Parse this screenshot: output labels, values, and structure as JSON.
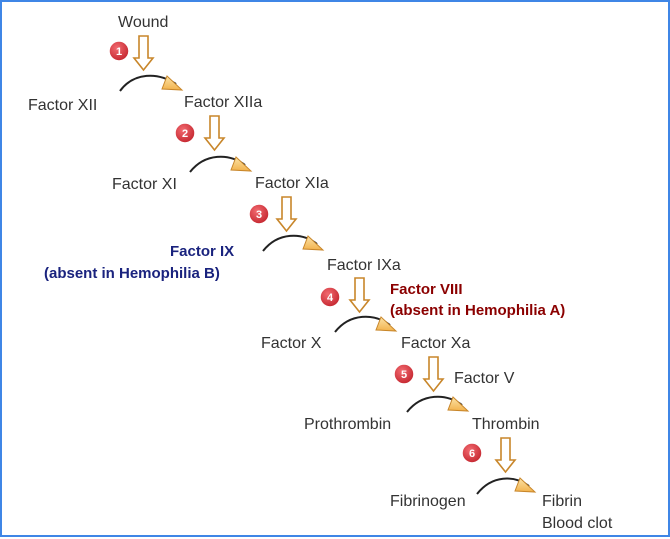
{
  "labels": {
    "wound": "Wound",
    "factor_xii": "Factor XII",
    "factor_xiia": "Factor XIIa",
    "factor_xi": "Factor XI",
    "factor_xia": "Factor XIa",
    "factor_ix": "Factor IX",
    "absent_b": "(absent in Hemophilia B)",
    "factor_ixa": "Factor IXa",
    "factor_viii": "Factor VIII",
    "absent_a": "(absent in Hemophilia A)",
    "factor_x": "Factor X",
    "factor_xa": "Factor Xa",
    "factor_v": "Factor V",
    "prothrombin": "Prothrombin",
    "thrombin": "Thrombin",
    "fibrinogen": "Fibrinogen",
    "fibrin": "Fibrin",
    "blood_clot": "Blood clot"
  },
  "steps": [
    "1",
    "2",
    "3",
    "4",
    "5",
    "6"
  ],
  "colors": {
    "badge": "#d8343c",
    "arrow_fill": "#f6c76a",
    "arrow_stroke": "#c8862a",
    "curve": "#222222",
    "border": "#3f86e6",
    "hemophilia_b": "#1a237e",
    "hemophilia_a": "#8b0000"
  }
}
